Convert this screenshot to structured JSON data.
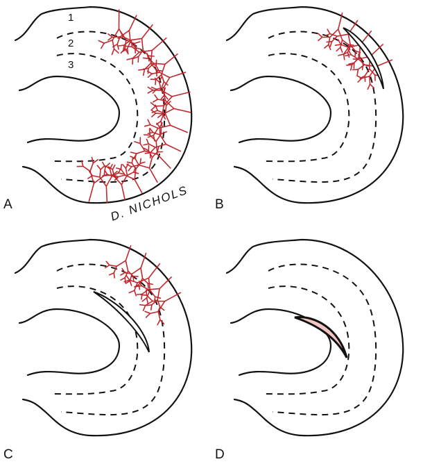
{
  "panels": [
    {
      "label": "A",
      "layer_numbers": [
        "1",
        "2",
        "3"
      ],
      "signature": "D. NICHOLS",
      "vessels": "full",
      "defect": "none"
    },
    {
      "label": "B",
      "vessels": "partial",
      "defect": "slit"
    },
    {
      "label": "C",
      "vessels": "partial",
      "defect": "slit"
    },
    {
      "label": "D",
      "vessels": "none",
      "defect": "filled-crescent"
    }
  ],
  "colors": {
    "outline": "#111111",
    "vessel": "#c0282d",
    "defect_fill": "#f2c4c4"
  }
}
